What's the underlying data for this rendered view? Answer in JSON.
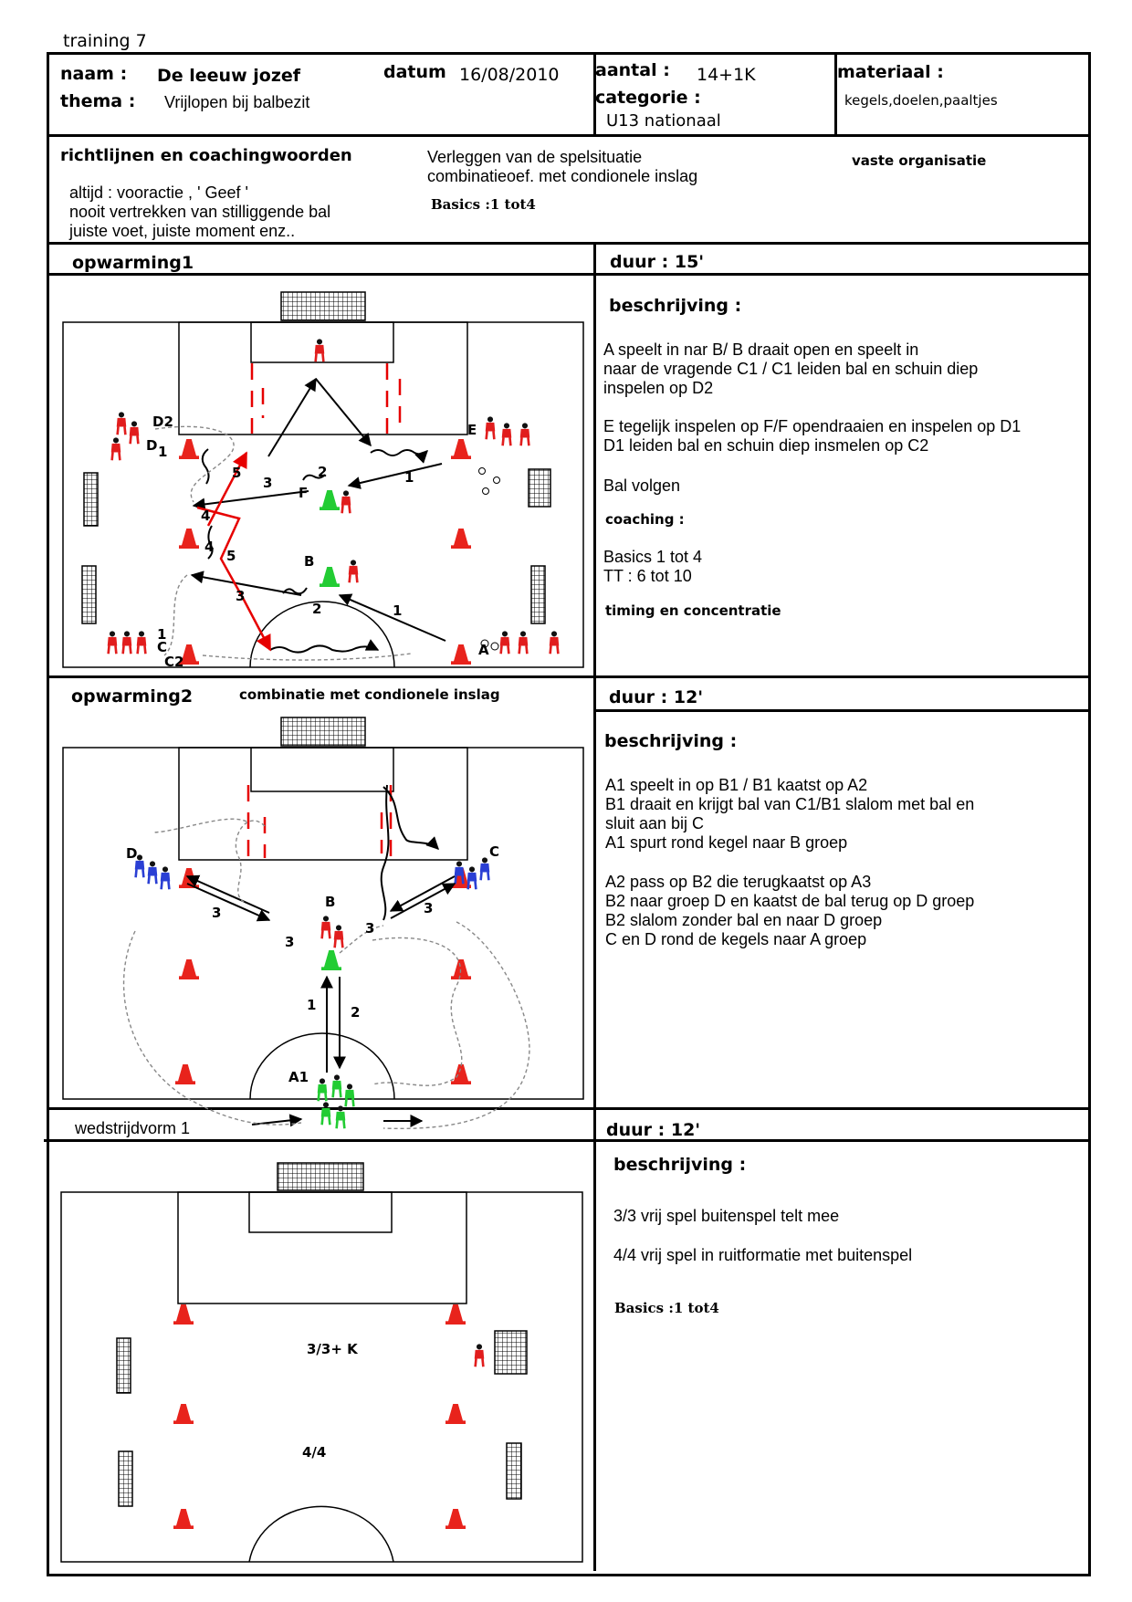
{
  "page_label": "training 7",
  "header": {
    "naam_label": "naam :",
    "naam_value": "De leeuw jozef",
    "thema_label": "thema :",
    "thema_value": "Vrijlopen bij balbezit",
    "datum_label": "datum",
    "datum_value": "16/08/2010",
    "aantal_label": "aantal :",
    "aantal_value": "14+1K",
    "categorie_label": "categorie :",
    "categorie_value": "U13 nationaal",
    "materiaal_label": "materiaal :",
    "materiaal_value": "kegels,doelen,paaltjes"
  },
  "guidelines": {
    "title": "richtlijnen en coachingwoorden",
    "lines": [
      "altijd : vooractie , ' Geef '",
      "nooit vertrekken van stilliggende bal",
      "juiste voet, juiste moment enz.."
    ],
    "middle_lines": [
      "Verleggen van de spelsituatie",
      "combinatieoef. met condionele inslag"
    ],
    "basics": "Basics :1 tot4",
    "right": "vaste organisatie"
  },
  "section1": {
    "title": "opwarming1",
    "duur": "duur : 15'",
    "beschrijving": "beschrijving :",
    "desc1": [
      "A speelt in nar B/ B draait open en speelt in",
      "naar de vragende C1 / C1 leiden bal en schuin diep",
      "inspelen op D2"
    ],
    "desc2": [
      "E tegelijk inspelen op F/F opendraaien en inspelen op D1",
      "D1 leiden bal en schuin diep insmelen op C2"
    ],
    "desc3": "Bal volgen",
    "coaching": "coaching :",
    "desc4": [
      "Basics 1 tot 4",
      "TT : 6 tot 10"
    ],
    "timing": "timing en concentratie",
    "diagram_labels": {
      "D2": "D2",
      "D": "D",
      "one": "1",
      "E": "E",
      "F": "F",
      "B": "B",
      "C": "C",
      "C2": "C2",
      "A": "A",
      "n2": "2",
      "n3": "3",
      "n4": "4",
      "n5": "5"
    }
  },
  "section2": {
    "title": "opwarming2",
    "subtitle": "combinatie met condionele inslag",
    "duur": "duur : 12'",
    "beschrijving": "beschrijving :",
    "desc1": [
      "A1 speelt in op B1 / B1 kaatst op A2",
      "B1 draait en krijgt bal van C1/B1 slalom met bal en",
      "sluit aan bij C",
      "A1 spurt rond kegel naar B groep"
    ],
    "desc2": [
      "A2 pass op B2 die terugkaatst op A3",
      "B2 naar groep D en kaatst de bal terug op D groep",
      "B2 slalom zonder bal en naar D groep",
      "C en D rond de kegels naar A groep"
    ],
    "diagram_labels": {
      "D": "D",
      "C": "C",
      "B": "B",
      "A1": "A1",
      "n1": "1",
      "n2": "2",
      "n3": "3"
    }
  },
  "section3": {
    "title": "wedstrijdvorm 1",
    "duur": "duur : 12'",
    "beschrijving": "beschrijving :",
    "desc1": "3/3 vrij spel buitenspel telt mee",
    "desc2": "4/4 vrij spel in ruitformatie met buitenspel",
    "basics": "Basics :1 tot4",
    "label_33": "3/3+ K",
    "label_44": "4/4"
  },
  "colors": {
    "cone": "#e8231c",
    "player_red": "#e11d1d",
    "player_blue": "#2a3fd4",
    "player_green": "#22cc33",
    "arrow_red": "#e60000"
  }
}
